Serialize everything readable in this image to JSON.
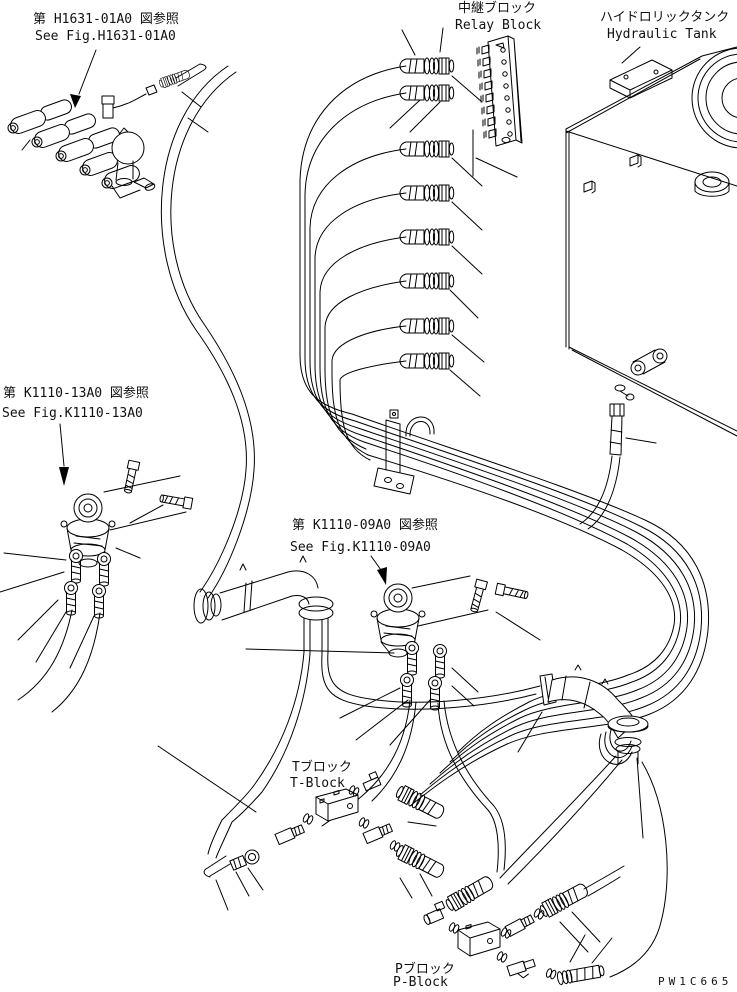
{
  "drawing": {
    "number": "PW1C665",
    "background": "#ffffff",
    "line_color": "#000000"
  },
  "callouts": {
    "ref_h1631": {
      "jp": "第 H1631-01A0 図参照",
      "en": "See Fig.H1631-01A0"
    },
    "relay_block": {
      "jp": "中継ブロック",
      "en": "Relay Block"
    },
    "hydraulic_tank": {
      "jp": "ハイドロリックタンク",
      "en": "Hydraulic Tank"
    },
    "ref_k1110_13": {
      "jp": "第 K1110-13A0 図参照",
      "en": "See Fig.K1110-13A0"
    },
    "ref_k1110_09": {
      "jp": "第 K1110-09A0 図参照",
      "en": "See Fig.K1110-09A0"
    },
    "t_block": {
      "jp": "Tブロック",
      "en": "T-Block"
    },
    "p_block": {
      "jp": "Pブロック",
      "en": "P-Block"
    }
  }
}
